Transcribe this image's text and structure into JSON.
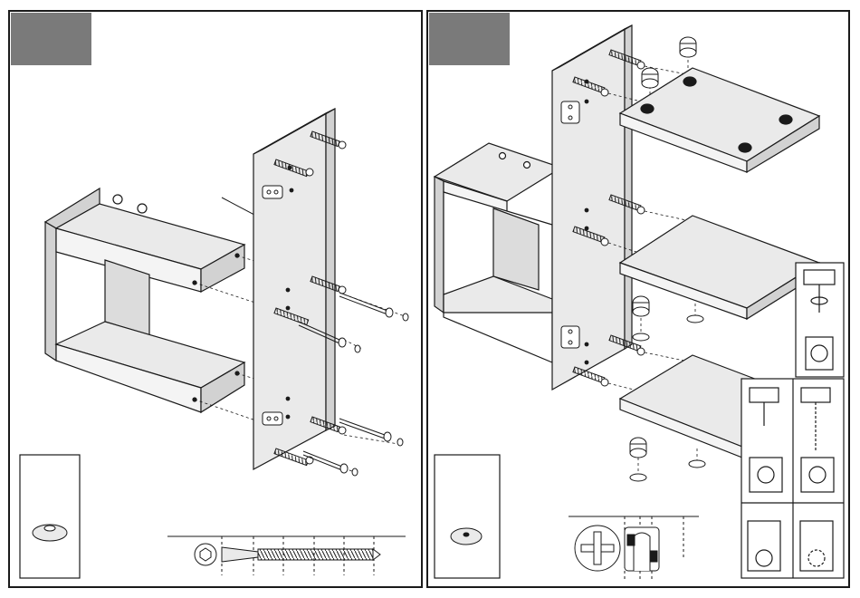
{
  "document": {
    "type": "furniture assembly instructions",
    "panels": [
      {
        "name": "left-assembly-step",
        "step_badge_text": ""
      },
      {
        "name": "right-assembly-step",
        "step_badge_text": ""
      }
    ],
    "colors": {
      "outline": "#1a1a1a",
      "panel_face": "#eaeaea",
      "panel_side": "#d2d2d2",
      "badge": "#7a7a7a"
    },
    "icons": [
      "step-badge-icon",
      "cabinet-carcass-icon",
      "side-panel-icon",
      "dowel-icon",
      "screw-icon",
      "hinge-plate-icon",
      "cam-lock-icon",
      "shelf-panel-icon",
      "felt-pad-icon",
      "phillips-head-icon",
      "allen-head-icon",
      "measurement-ruler-icon"
    ]
  }
}
